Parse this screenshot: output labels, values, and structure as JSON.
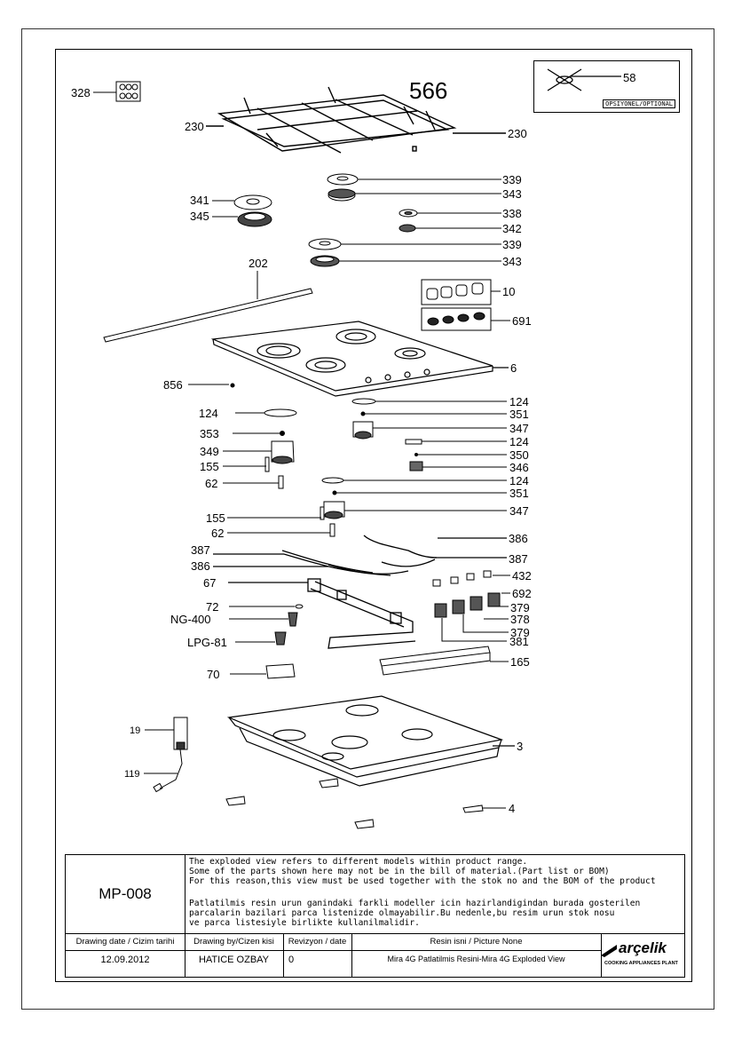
{
  "sheet": {
    "labels": {
      "l328": "328",
      "l566": "566",
      "l58": "58",
      "l230a": "230",
      "l230b": "230",
      "l339a": "339",
      "l343a": "343",
      "l341": "341",
      "l345": "345",
      "l338": "338",
      "l342": "342",
      "l339b": "339",
      "l343b": "343",
      "l202": "202",
      "l10": "10",
      "l691": "691",
      "l6": "6",
      "l856": "856",
      "l124a": "124",
      "l124b": "124",
      "l351a": "351",
      "l347a": "347",
      "l353": "353",
      "l349": "349",
      "l124c": "124",
      "l350": "350",
      "l155a": "155",
      "l346": "346",
      "l62a": "62",
      "l124d": "124",
      "l351b": "351",
      "l347b": "347",
      "l155b": "155",
      "l62b": "62",
      "l386a": "386",
      "l387a": "387",
      "l387b": "387",
      "l386b": "386",
      "l432": "432",
      "l67": "67",
      "l692": "692",
      "l72": "72",
      "l379a": "379",
      "lNG": "NG-400",
      "l378": "378",
      "l379b": "379",
      "l381": "381",
      "lLPG": "LPG-81",
      "l165": "165",
      "l70": "70",
      "l19": "19",
      "l3": "3",
      "l119": "119",
      "l4": "4"
    },
    "optional_tag": "OPSIYONEL/OPTIONAL"
  },
  "title_block": {
    "code": "MP-008",
    "note_en": "The exploded view refers to different models within product range.\nSome of the parts shown here may not be in the bill of material.(Part list or BOM)\nFor this reason,this view must be used together with the stok no and the BOM of the product",
    "note_tr": "Patlatilmis resin urun ganindaki farkli modeller icin hazirlandigindan burada gosterilen\nparcalarin bazilari parca listenizde olmayabilir.Bu nedenle,bu resim urun stok nosu\nve parca listesiyle birlikte kullanilmalidir.",
    "headers": {
      "date": "Drawing date / Cizim tarihi",
      "by": "Drawing by/Cizen kisi",
      "rev": "Revizyon / date",
      "name": "Resin isni / Picture None"
    },
    "values": {
      "date": "12.09.2012",
      "by": "HATICE OZBAY",
      "rev": "0",
      "name": "Mira 4G Patlatilmis Resini-Mira 4G Exploded View"
    },
    "brand": "arçelik",
    "brand_sub": "COOKING APPLIANCES PLANT"
  }
}
